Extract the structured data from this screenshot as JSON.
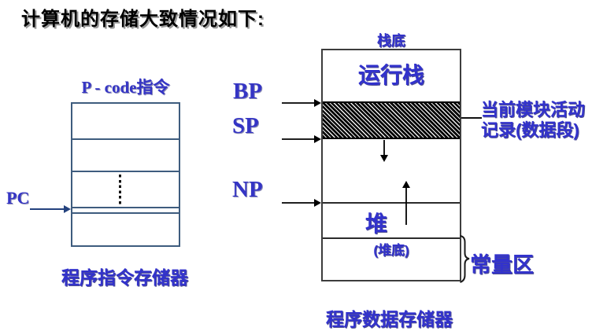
{
  "title": "计算机的存储大致情况如下:",
  "instruction_memory": {
    "header": "P - code指令",
    "pointer_pc": "PC",
    "caption": "程序指令存储器"
  },
  "data_memory": {
    "stack_bottom_label": "栈底",
    "run_stack_label": "运行栈",
    "pointer_bp": "BP",
    "pointer_sp": "SP",
    "pointer_np": "NP",
    "activation_record_line1": "当前模块活动",
    "activation_record_line2": "记录(数据段)",
    "heap_label": "堆",
    "heap_bottom_label": "(堆底)",
    "constant_area_label": "常量区",
    "caption": "程序数据存储器"
  },
  "colors": {
    "label_blue": "#3232cc",
    "title_black": "#000000",
    "instruction_box_border": "#3e5c7e",
    "data_box_border": "#3d3d3d",
    "hatch_fill": "#000000",
    "pc_arrow_navy": "#24427e"
  }
}
